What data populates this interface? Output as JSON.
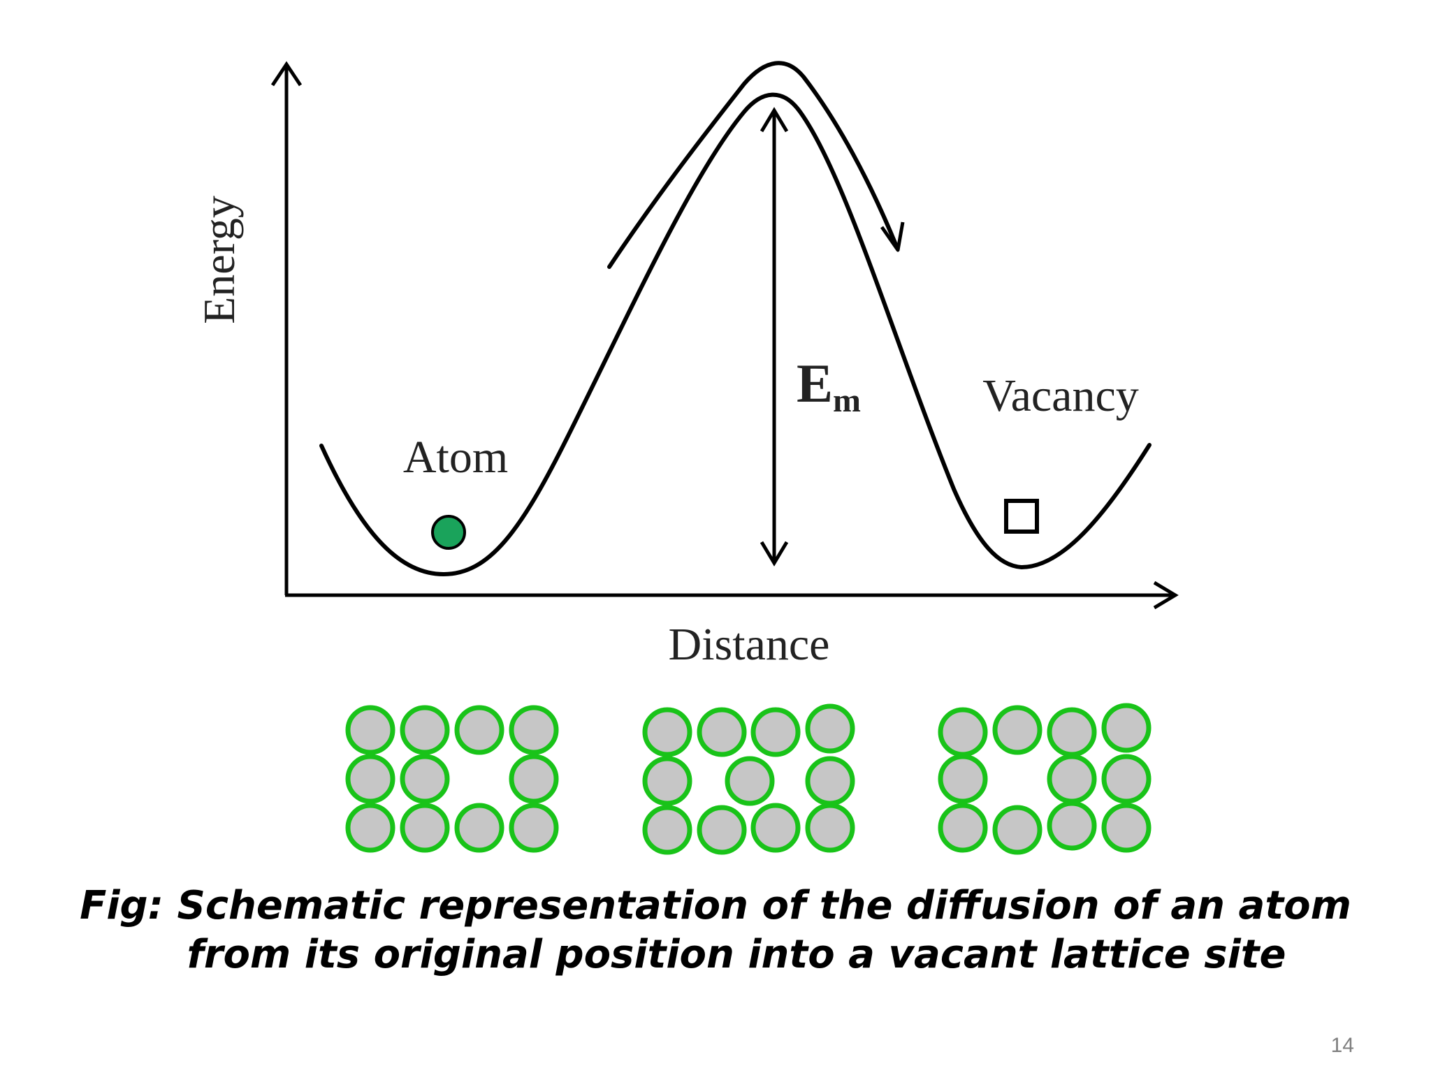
{
  "diagram": {
    "y_axis_label": "Energy",
    "x_axis_label": "Distance",
    "atom_label": "Atom",
    "barrier_label": "E",
    "barrier_subscript": "m",
    "vacancy_label": "Vacancy"
  },
  "lattice": {
    "panels": [
      {
        "description": "initial"
      },
      {
        "description": "saddle"
      },
      {
        "description": "final"
      }
    ]
  },
  "caption": {
    "line1": "Fig: Schematic representation of the diffusion of an atom",
    "line2": "from its original position into a vacant lattice site"
  },
  "page_number": "14",
  "colors": {
    "atom_fill": "#1aa35b",
    "lattice_ring": "#19c319",
    "lattice_fill": "#c6c6c6",
    "line": "#000000",
    "page_number": "#7f7f7f"
  }
}
